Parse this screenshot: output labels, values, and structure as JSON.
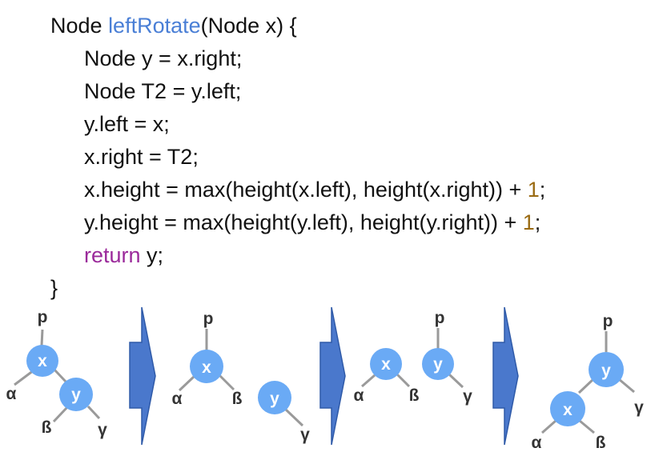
{
  "code": {
    "sig_type": "Node ",
    "sig_name": "leftRotate",
    "sig_params": "(Node x) {",
    "body": [
      "Node y = x.right;",
      "Node T2 = y.left;",
      "y.left = x;",
      "x.right = T2;"
    ],
    "height_x_prefix": "x.height = max(height(x.left), height(x.right)) + ",
    "height_y_prefix": "y.height = max(height(y.left), height(y.right)) + ",
    "one": "1",
    "semicolon": ";",
    "return_kw": "return",
    "return_rest": " y;",
    "close": "}"
  },
  "diagram": {
    "labels": {
      "p": "p",
      "x": "x",
      "y": "y",
      "alpha": "α",
      "beta": "ß",
      "gamma": "γ"
    },
    "colors": {
      "node": "#6aaaf5",
      "edge": "#9a9a9a",
      "arrow": "#4a78cc",
      "arrow_dark": "#2f5aa8"
    }
  }
}
